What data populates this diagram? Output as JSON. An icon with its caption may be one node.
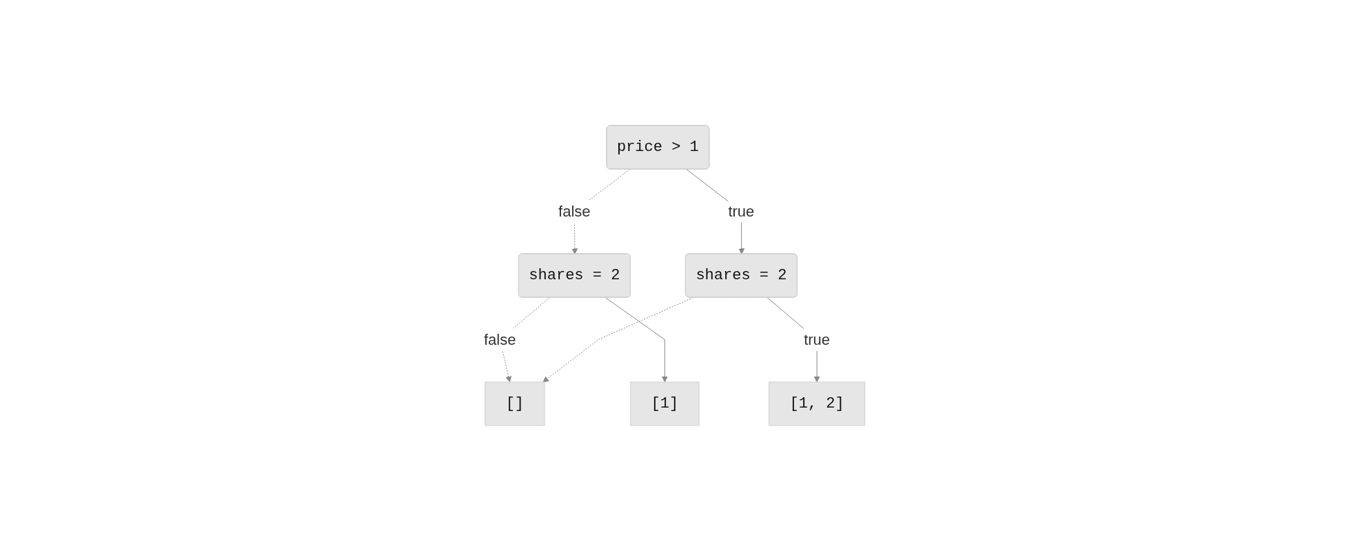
{
  "diagram": {
    "nodes": [
      {
        "text": [
          "price > 1"
        ]
      },
      {
        "text": [
          "shares = 2"
        ]
      },
      {
        "text": [
          "shares = 2"
        ]
      },
      {
        "text": [
          "[]"
        ]
      },
      {
        "text": [
          "[1]"
        ]
      },
      {
        "text": [
          "[1, 2]"
        ]
      }
    ],
    "edges": [
      {
        "from": 0,
        "to": 1,
        "arrow": "to",
        "label": "false",
        "style": "dashed"
      },
      {
        "from": 0,
        "to": 2,
        "arrow": "to",
        "label": "true"
      },
      {
        "from": 1,
        "to": 3,
        "arrow": "to",
        "label": "false",
        "style": "dashed"
      },
      {
        "from": 1,
        "to": 4,
        "arrow": "to"
      },
      {
        "from": 2,
        "to": 3,
        "arrow": "to",
        "style": "dashed"
      },
      {
        "from": 2,
        "to": 5,
        "arrow": "to",
        "label": "true"
      }
    ]
  }
}
